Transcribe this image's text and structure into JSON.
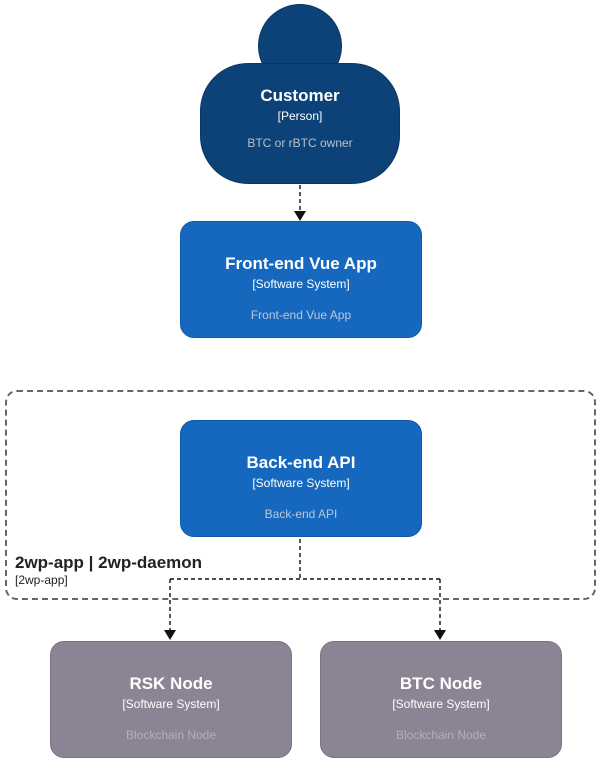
{
  "colors": {
    "person_fill": "#0d4278",
    "person_stroke": "#0a3764",
    "system_fill": "#1568bd",
    "system_stroke": "#0f5aa8",
    "external_fill": "#8a8494",
    "external_stroke": "#787284",
    "text_primary": "#ffffff",
    "desc_on_dark": "#b7c0ce",
    "desc_on_blue": "#bac7da",
    "desc_on_gray": "#b3afbc",
    "boundary_border": "#666666",
    "boundary_label": "#222222",
    "connector": "#111111",
    "canvas_bg": "#ffffff"
  },
  "nodes": {
    "customer": {
      "title": "Customer",
      "subtitle": "[Person]",
      "description": "BTC or rBTC owner"
    },
    "frontend": {
      "title": "Front-end Vue App",
      "subtitle": "[Software System]",
      "description": "Front-end Vue App"
    },
    "backend": {
      "title": "Back-end API",
      "subtitle": "[Software System]",
      "description": "Back-end API"
    },
    "rsk": {
      "title": "RSK Node",
      "subtitle": "[Software System]",
      "description": "Blockchain Node"
    },
    "btc": {
      "title": "BTC Node",
      "subtitle": "[Software System]",
      "description": "Blockchain Node"
    }
  },
  "boundary": {
    "title": "2wp-app | 2wp-daemon",
    "subtitle": "[2wp-app]"
  }
}
